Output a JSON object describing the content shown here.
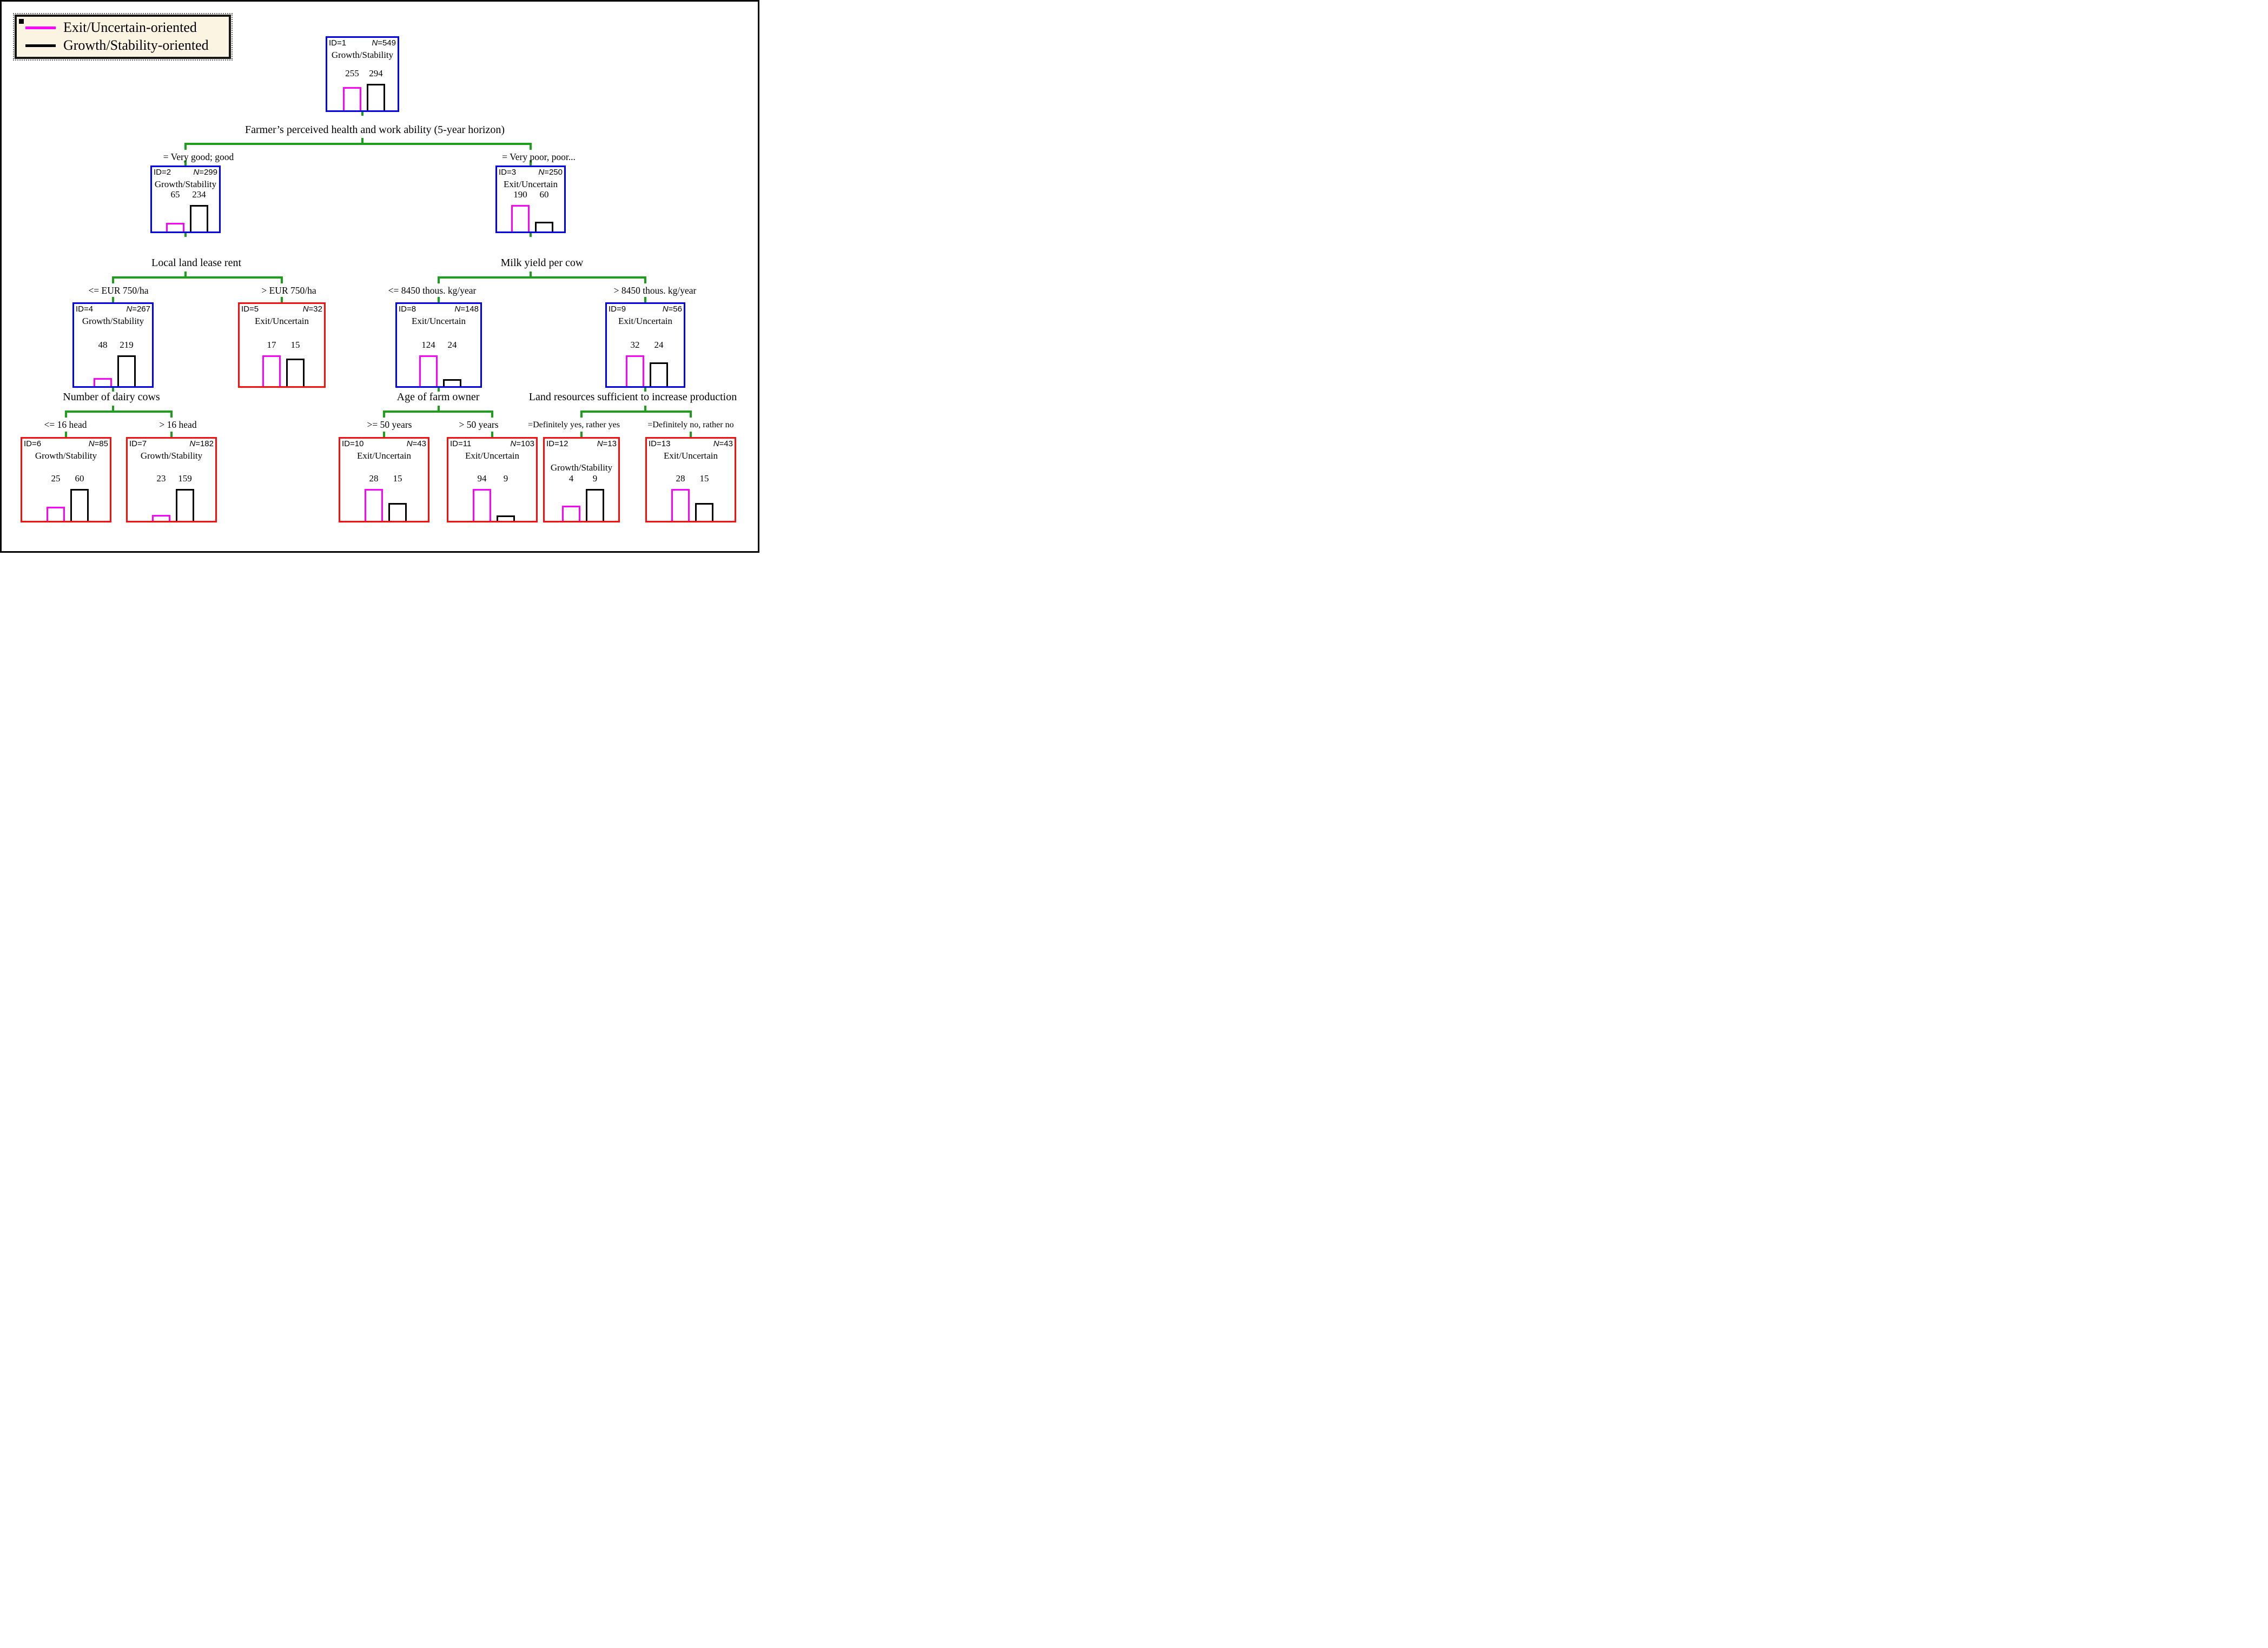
{
  "legend": {
    "items": [
      {
        "label": "Exit/Uncertain-oriented",
        "color": "#FF00FF"
      },
      {
        "label": "Growth/Stability-oriented",
        "color": "#000000"
      }
    ]
  },
  "colors": {
    "exit": "#FF00FF",
    "growth": "#000000",
    "internal_node_border": "blue",
    "terminal_node_border": "red",
    "connector_green": "#1CA01C",
    "legend_background": "#FBF4E2"
  },
  "nodes": [
    {
      "id_label": "ID=1",
      "n_label": "N=549",
      "class_label": "Growth/Stability",
      "exit_count": 255,
      "growth_count": 294,
      "border": "blue"
    },
    {
      "id_label": "ID=2",
      "n_label": "N=299",
      "class_label": "Growth/Stability",
      "exit_count": 65,
      "growth_count": 234,
      "border": "blue"
    },
    {
      "id_label": "ID=3",
      "n_label": "N=250",
      "class_label": "Exit/Uncertain",
      "exit_count": 190,
      "growth_count": 60,
      "border": "blue"
    },
    {
      "id_label": "ID=4",
      "n_label": "N=267",
      "class_label": "Growth/Stability",
      "exit_count": 48,
      "growth_count": 219,
      "border": "blue"
    },
    {
      "id_label": "ID=5",
      "n_label": "N=32",
      "class_label": "Exit/Uncertain",
      "exit_count": 17,
      "growth_count": 15,
      "border": "red"
    },
    {
      "id_label": "ID=6",
      "n_label": "N=85",
      "class_label": "Growth/Stability",
      "exit_count": 25,
      "growth_count": 60,
      "border": "red"
    },
    {
      "id_label": "ID=7",
      "n_label": "N=182",
      "class_label": "Growth/Stability",
      "exit_count": 23,
      "growth_count": 159,
      "border": "red"
    },
    {
      "id_label": "ID=8",
      "n_label": "N=148",
      "class_label": "Exit/Uncertain",
      "exit_count": 124,
      "growth_count": 24,
      "border": "blue"
    },
    {
      "id_label": "ID=9",
      "n_label": "N=56",
      "class_label": "Exit/Uncertain",
      "exit_count": 32,
      "growth_count": 24,
      "border": "blue"
    },
    {
      "id_label": "ID=10",
      "n_label": "N=43",
      "class_label": "Exit/Uncertain",
      "exit_count": 28,
      "growth_count": 15,
      "border": "red"
    },
    {
      "id_label": "ID=11",
      "n_label": "N=103",
      "class_label": "Exit/Uncertain",
      "exit_count": 94,
      "growth_count": 9,
      "border": "red"
    },
    {
      "id_label": "ID=12",
      "n_label": "N=13",
      "class_label": "Growth/Stability",
      "exit_count": 4,
      "growth_count": 9,
      "border": "red"
    },
    {
      "id_label": "ID=13",
      "n_label": "N=43",
      "class_label": "Exit/Uncertain",
      "exit_count": 28,
      "growth_count": 15,
      "border": "red"
    }
  ],
  "splits": [
    {
      "title": "Farmer’s perceived health and work ability (5-year horizon)",
      "parent_id": 1,
      "branches": [
        {
          "label": "= Very good; good",
          "child_id": 2
        },
        {
          "label": "= Very poor, poor...",
          "child_id": 3
        }
      ]
    },
    {
      "title": "Local land lease rent",
      "parent_id": 2,
      "branches": [
        {
          "label": "<= EUR 750/ha",
          "child_id": 4
        },
        {
          "label": "> EUR 750/ha",
          "child_id": 5
        }
      ]
    },
    {
      "title": "Milk yield per cow",
      "parent_id": 3,
      "branches": [
        {
          "label": "<= 8450 thous. kg/year",
          "child_id": 8
        },
        {
          "label": "> 8450 thous. kg/year",
          "child_id": 9
        }
      ]
    },
    {
      "title": "Number of dairy cows",
      "parent_id": 4,
      "branches": [
        {
          "label": "<= 16 head",
          "child_id": 6
        },
        {
          "label": "> 16 head",
          "child_id": 7
        }
      ]
    },
    {
      "title": "Age of farm owner",
      "parent_id": 8,
      "branches": [
        {
          "label": ">= 50 years",
          "child_id": 10
        },
        {
          "label": "> 50 years",
          "child_id": 11
        }
      ]
    },
    {
      "title": "Land resources sufficient to increase production",
      "parent_id": 9,
      "branches": [
        {
          "label": "=Definitely yes, rather yes",
          "child_id": 12
        },
        {
          "label": "=Definitely no, rather no",
          "child_id": 13
        }
      ]
    }
  ]
}
